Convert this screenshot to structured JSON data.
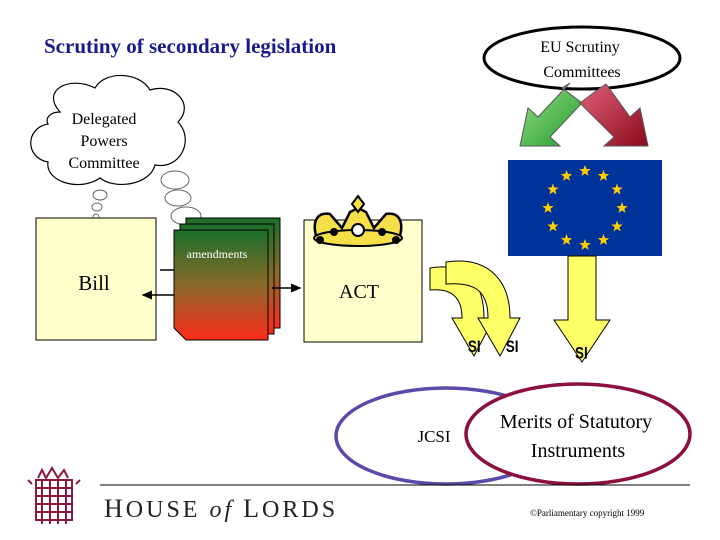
{
  "title": "Scrutiny of secondary legislation",
  "eu_committees": {
    "line1": "EU Scrutiny",
    "line2": "Committees"
  },
  "delegated_powers": {
    "line1": "Delegated",
    "line2": "Powers",
    "line3": "Committee"
  },
  "bill_label": "Bill",
  "amendments_label": "amendments",
  "act_label": "ACT",
  "si_labels": [
    "SI",
    "SI",
    "SI"
  ],
  "jcsi_label": "JCSI",
  "merits": {
    "line1": "Merits of Statutory",
    "line2": "Instruments"
  },
  "footer": {
    "h": "H",
    "ouse": "OUSE",
    "of": "of",
    "l": "L",
    "ords": "ORDS"
  },
  "copyright": "©Parliamentary copyright 1999",
  "colors": {
    "title": "#1a1a8c",
    "paper": "#ffffcc",
    "eu_blue": "#003399",
    "eu_star": "#ffcc00",
    "arrow_green": "#33aa33",
    "arrow_red": "#b01020",
    "si_arrow": "#ffff66",
    "jcsi_ellipse": "#5b4aa8",
    "merits_ellipse": "#8b1040",
    "crown_gold": "#f5e04a"
  },
  "icons": [
    "eu-flag-icon",
    "crown-icon",
    "portcullis-icon",
    "thought-cloud-icon"
  ]
}
